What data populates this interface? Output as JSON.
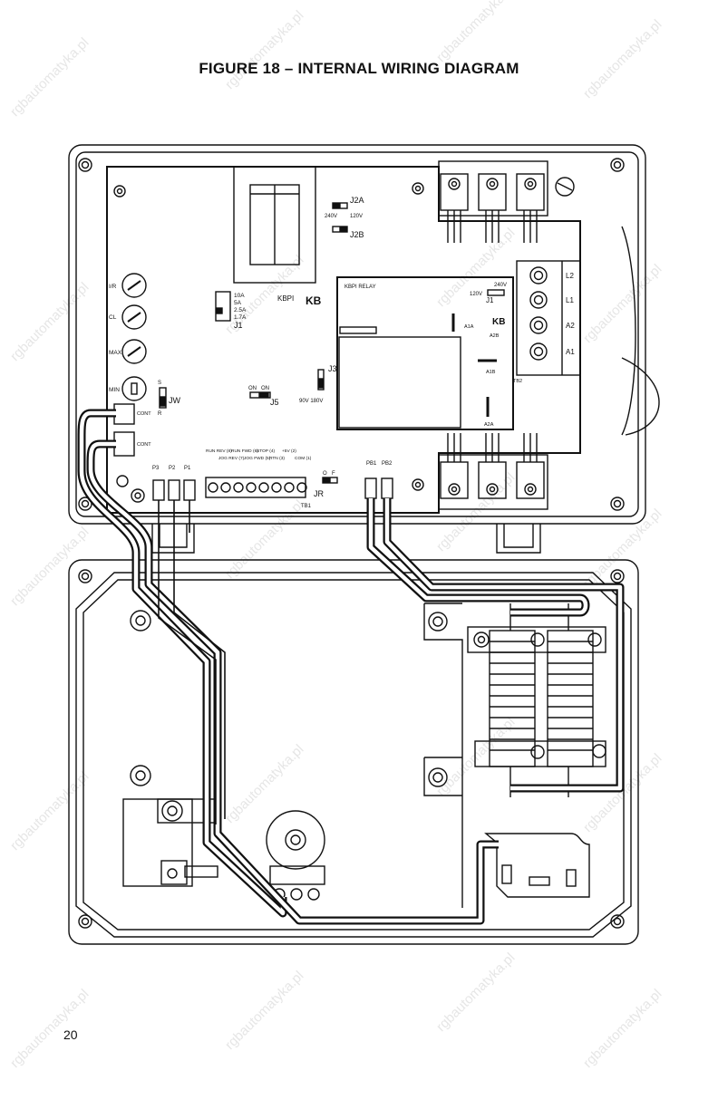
{
  "figure": {
    "title": "FIGURE 18 – INTERNAL WIRING DIAGRAM",
    "page_number": "20"
  },
  "watermark": "rgbautomatyka.pl",
  "board": {
    "logo": "KB",
    "name": "KBPI",
    "relay_name": "KBPI RELAY",
    "trimpots": [
      "I/R",
      "CL",
      "MAX",
      "MIN"
    ],
    "jumpers": {
      "j1": "J1",
      "j1_options": [
        "10A",
        "5A",
        "2.5A",
        "1.7A"
      ],
      "j2a": "J2A",
      "j2b": "J2B",
      "j2_options": [
        "240V",
        "120V"
      ],
      "j3": "J3",
      "j3_options": "90V 180V",
      "j5": "J5",
      "j5_options": [
        "ON",
        "ON"
      ],
      "jr": "JR",
      "jr_options": [
        "O",
        "F"
      ],
      "jw": "JW",
      "jw_options": [
        "S",
        "R"
      ],
      "relay_j1": "J1",
      "relay_j1_options": [
        "240V",
        "120V"
      ]
    },
    "connectors": {
      "cont": "CONT",
      "cont2": "CONT",
      "pots": [
        "P3",
        "P2",
        "P1"
      ],
      "pb": [
        "PB1",
        "PB2"
      ],
      "tb1": "TB1",
      "tb1_terminals": [
        "RUN REV (8)",
        "JOG REV (7)",
        "RUN FWD (6)",
        "JOG FWD (5)",
        "STOP (4)",
        "RTN (3)",
        "+5V (2)",
        "COM (1)"
      ],
      "relay_labels": [
        "A1A",
        "A2B",
        "A1B",
        "A2A"
      ],
      "tb2": "TB2",
      "tb2_terminals": [
        "L2",
        "L1",
        "A2",
        "A1"
      ]
    }
  }
}
